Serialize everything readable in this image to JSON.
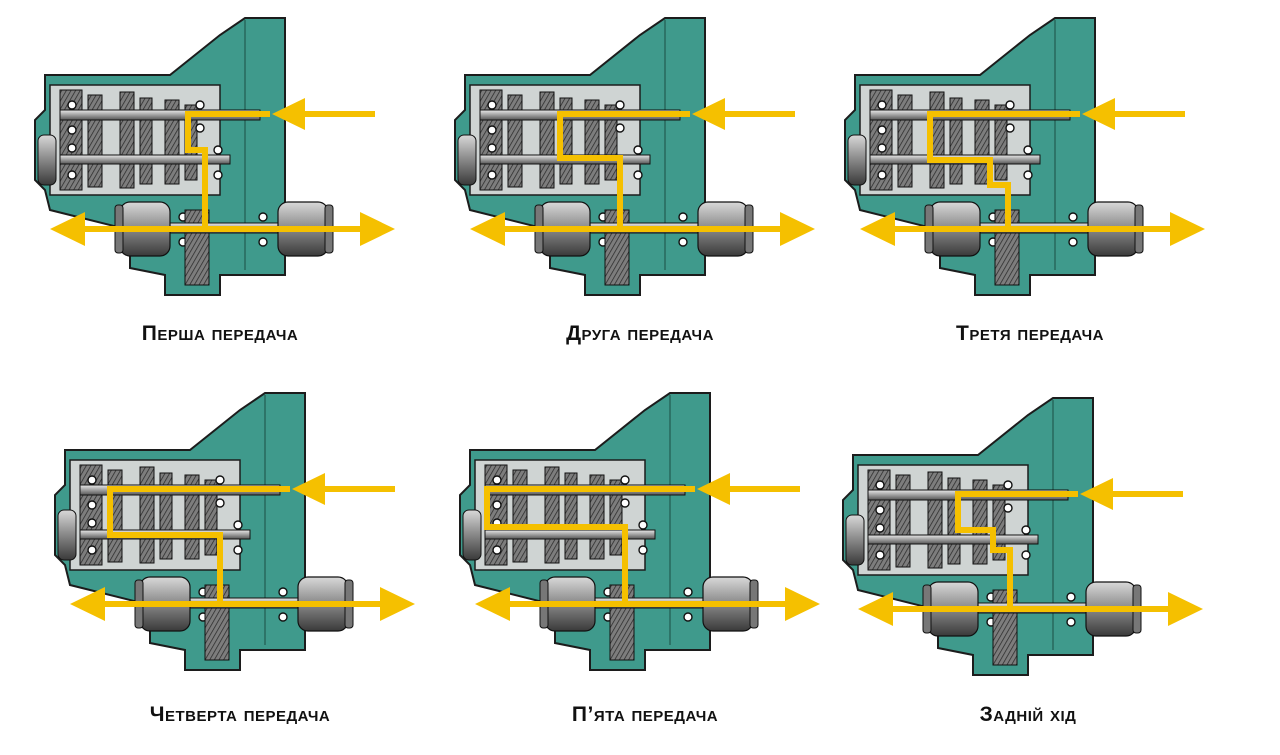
{
  "captions": {
    "first": "Перша передача",
    "second": "Друга передача",
    "third": "Третя передача",
    "fourth": "Четверта передача",
    "fifth": "П’ята передача",
    "reverse": "Задній хід"
  },
  "colors": {
    "housing": "#3f9a8c",
    "housing_dark": "#2d7468",
    "power_flow": "#f5c000",
    "metal": "#9a9a9a",
    "outline": "#1c1c1c"
  }
}
